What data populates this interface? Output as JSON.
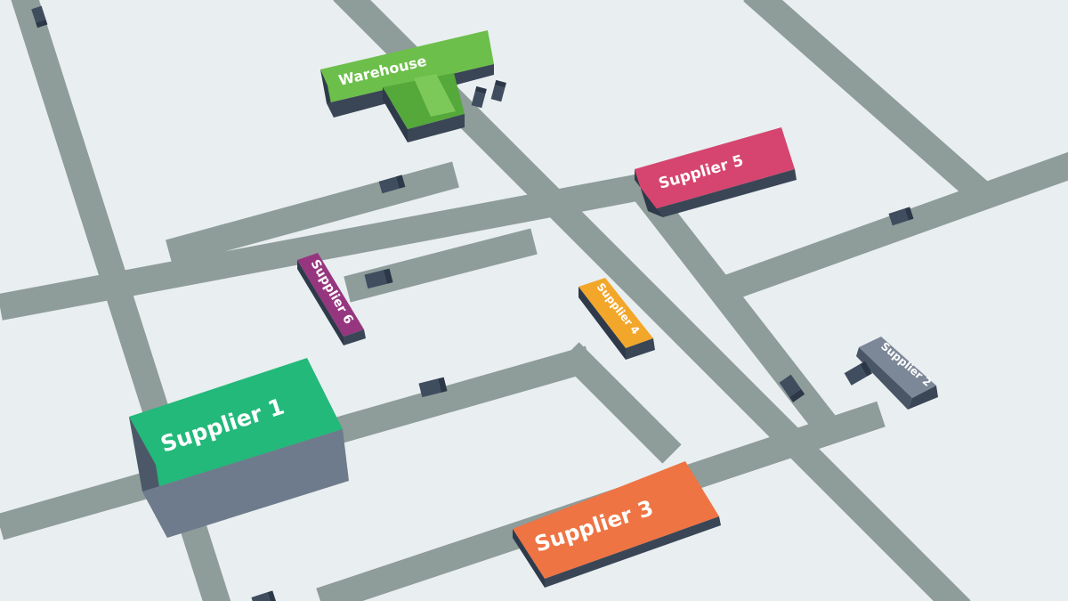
{
  "background_color": "#e9eef0",
  "road_color": "#8e9c9a",
  "truck_color": "#3f4d5f",
  "warehouse": {
    "label": "Warehouse",
    "color": "#6cbf4a"
  },
  "suppliers": [
    {
      "label": "Supplier 1",
      "color": "#22b97a"
    },
    {
      "label": "Supplier 2",
      "color": "#7c8898"
    },
    {
      "label": "Supplier 3",
      "color": "#ee7443"
    },
    {
      "label": "Supplier 4",
      "color": "#f2a72a"
    },
    {
      "label": "Supplier 5",
      "color": "#d5456f"
    },
    {
      "label": "Supplier 6",
      "color": "#96367f"
    }
  ]
}
